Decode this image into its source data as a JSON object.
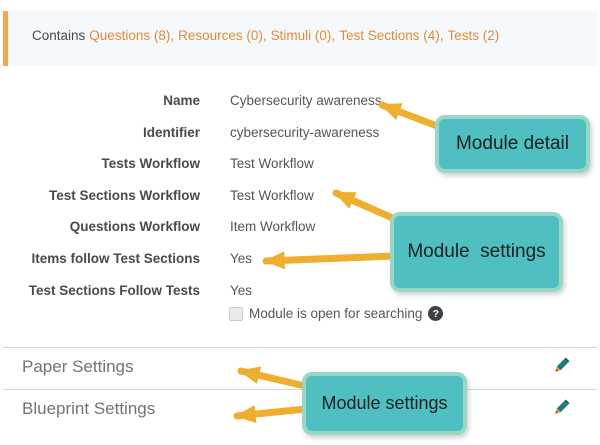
{
  "alert": {
    "prefix": "Contains",
    "comma": ",",
    "links": [
      {
        "label": "Questions (8)"
      },
      {
        "label": "Resources (0)"
      },
      {
        "label": "Stimuli (0)"
      },
      {
        "label": "Test Sections (4)"
      },
      {
        "label": "Tests (2)"
      }
    ]
  },
  "form": {
    "rows": [
      {
        "label": "Name",
        "value": "Cybersecurity awareness"
      },
      {
        "label": "Identifier",
        "value": "cybersecurity-awareness"
      },
      {
        "label": "Tests Workflow",
        "value": "Test Workflow"
      },
      {
        "label": "Test Sections Workflow",
        "value": "Test Workflow"
      },
      {
        "label": "Questions Workflow",
        "value": "Item Workflow"
      },
      {
        "label": "Items follow Test Sections",
        "value": "Yes"
      },
      {
        "label": "Test Sections Follow Tests",
        "value": "Yes"
      }
    ],
    "checkbox": {
      "label": "Module is open for searching",
      "checked": false,
      "help_icon": "question-mark-icon",
      "help_glyph": "?"
    }
  },
  "sections": [
    {
      "title": "Paper Settings",
      "edit_icon": "pencil-icon"
    },
    {
      "title": "Blueprint Settings",
      "edit_icon": "pencil-icon"
    }
  ],
  "annotations": {
    "boxes": [
      {
        "text": "Module detail"
      },
      {
        "text": "Module  settings"
      },
      {
        "text": "Module settings"
      }
    ],
    "arrow_color": "#efae2d",
    "box_fill": "#50bfc1",
    "box_border": "#96d7c8"
  },
  "colors": {
    "alert_border": "#f0a74e",
    "alert_bg": "#f5f9fc",
    "link_orange": "#e28b35",
    "pencil_teal": "#1d7a80",
    "heading_grey": "#737373"
  }
}
